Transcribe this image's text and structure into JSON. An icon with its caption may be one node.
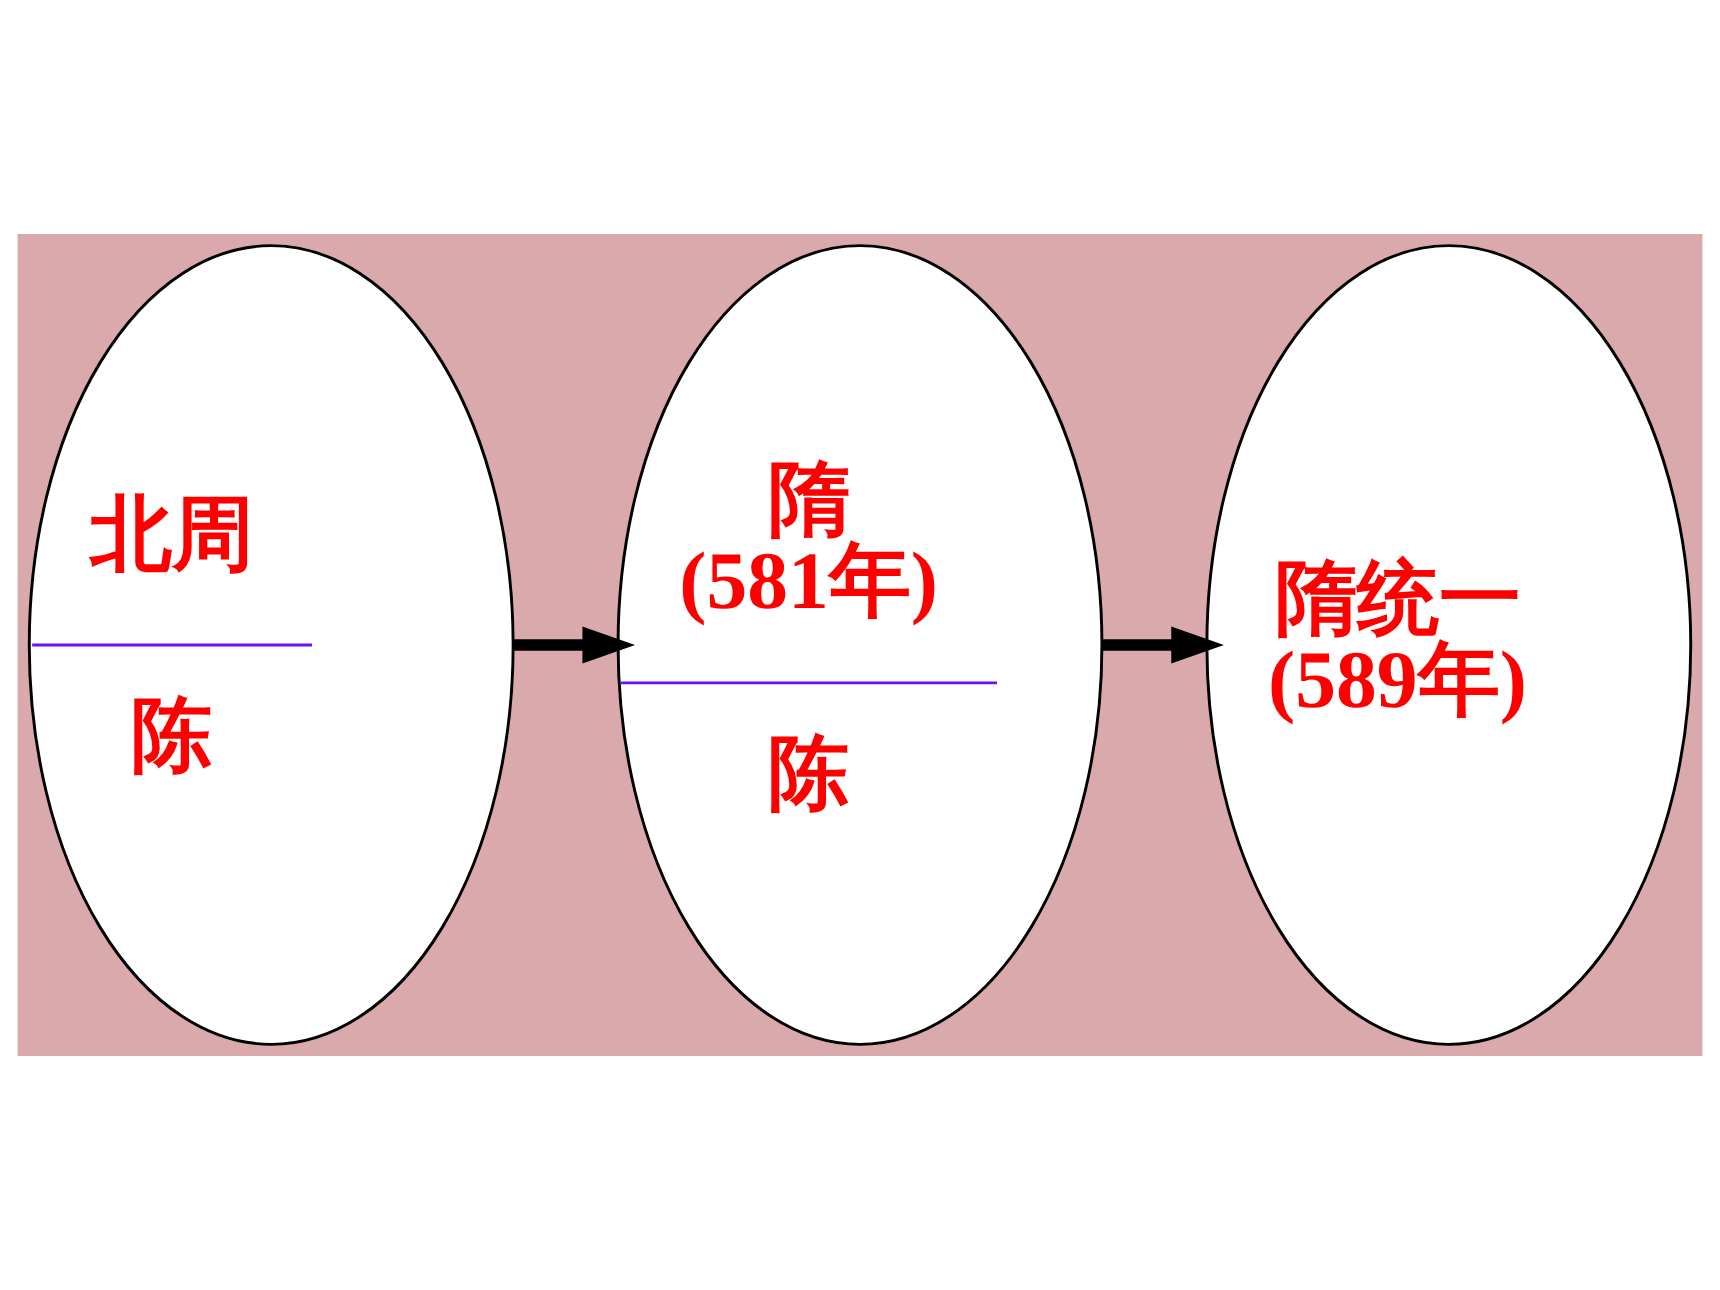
{
  "diagram": {
    "nodes": [
      {
        "text": [
          "北周",
          "陈"
        ]
      },
      {
        "text": [
          "隋(581年)",
          "陈"
        ]
      },
      {
        "text": [
          "隋统一(589年)"
        ]
      }
    ],
    "edges": [
      {
        "from": 0,
        "to": 1,
        "arrow": "to"
      },
      {
        "from": 1,
        "to": 2,
        "arrow": "to"
      }
    ]
  }
}
